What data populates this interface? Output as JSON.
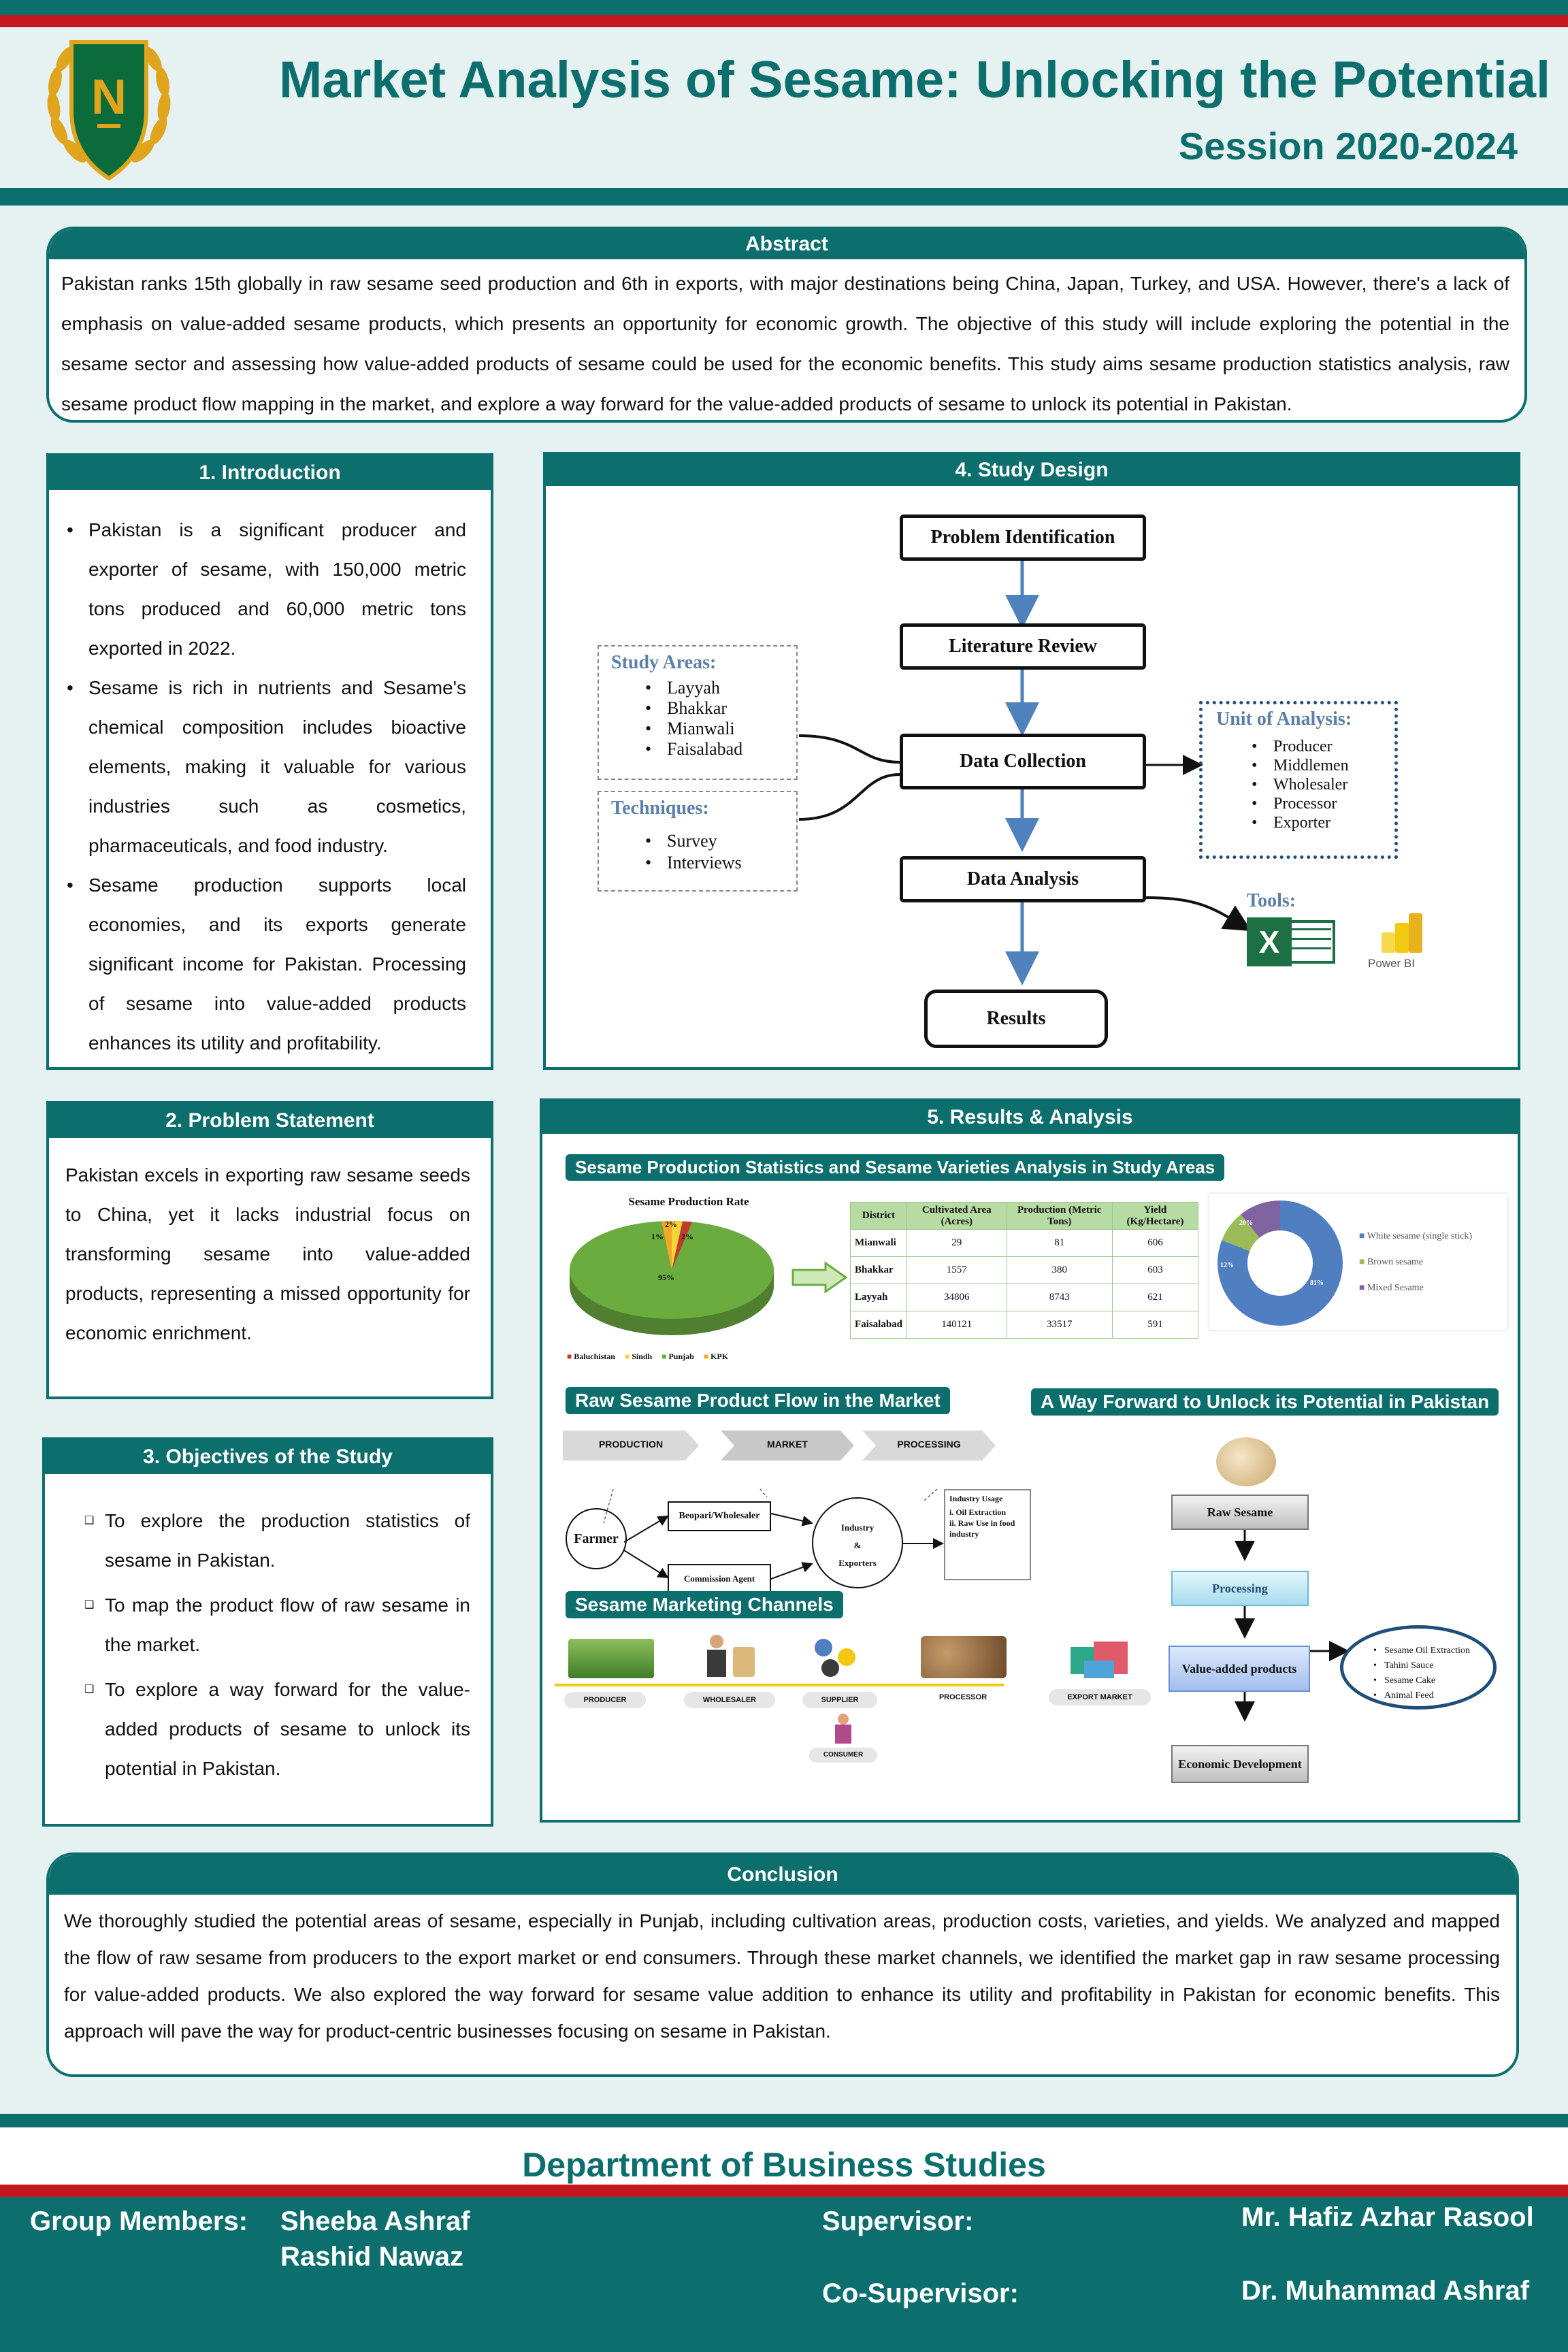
{
  "header": {
    "logo_letter": "N",
    "title": "Market Analysis of Sesame: Unlocking the Potential",
    "session": "Session 2020-2024"
  },
  "abstract": {
    "heading": "Abstract",
    "text": "Pakistan ranks 15th globally in raw sesame seed production and 6th in exports, with major destinations being China, Japan, Turkey, and USA. However, there's a lack of emphasis on value-added sesame products, which presents an opportunity for economic growth. The objective of this study will include exploring the potential in the sesame sector and assessing how value-added products of sesame could be used for the economic benefits. This study aims sesame production statistics analysis, raw sesame product flow mapping in the market, and explore a way forward for the value-added products of sesame to unlock its potential in Pakistan."
  },
  "introduction": {
    "heading": "1. Introduction",
    "bullets": [
      "Pakistan is a significant producer and exporter of sesame, with 150,000 metric tons produced and 60,000 metric tons exported in 2022.",
      "Sesame is rich in nutrients and Sesame's chemical composition includes bioactive elements, making it valuable for various industries such as cosmetics, pharmaceuticals, and food industry.",
      "Sesame production supports local economies, and its exports generate significant income for Pakistan. Processing of sesame into value-added products enhances its utility and profitability."
    ]
  },
  "problem": {
    "heading": "2. Problem Statement",
    "text": "Pakistan excels in exporting raw sesame seeds to China, yet it lacks industrial focus on transforming sesame into value-added products, representing a missed opportunity for economic enrichment."
  },
  "objectives": {
    "heading": "3. Objectives of the Study",
    "items": [
      "To explore the production statistics of sesame in Pakistan.",
      "To map the product flow of raw sesame in the market.",
      "To explore a way forward for the value-added products of sesame to unlock its potential in Pakistan."
    ]
  },
  "study_design": {
    "heading": "4. Study Design",
    "steps": [
      "Problem Identification",
      "Literature Review",
      "Data Collection",
      "Data Analysis",
      "Results"
    ],
    "study_areas_title": "Study Areas:",
    "study_areas": [
      "Layyah",
      "Bhakkar",
      "Mianwali",
      "Faisalabad"
    ],
    "techniques_title": "Techniques:",
    "techniques": [
      "Survey",
      "Interviews"
    ],
    "unit_title": "Unit of Analysis:",
    "units": [
      "Producer",
      "Middlemen",
      "Wholesaler",
      "Processor",
      "Exporter"
    ],
    "tools_title": "Tools:",
    "tool_excel": "X",
    "tool_powerbi": "Power BI"
  },
  "results": {
    "heading": "5. Results & Analysis",
    "sub1": "Sesame Production Statistics and Sesame Varieties Analysis in Study Areas",
    "pie_title": "Sesame Production Rate",
    "pie_labels": [
      "95%",
      "2%",
      "1%",
      "2%"
    ],
    "pie_legend": [
      "Baluchistan",
      "Sindh",
      "Punjab",
      "KPK"
    ],
    "table_headers": [
      "District",
      "Cultivated Area (Acres)",
      "Production (Metric Tons)",
      "Yield (Kg/Hectare)"
    ],
    "table_rows": [
      [
        "Mianwali",
        "29",
        "81",
        "606"
      ],
      [
        "Bhakkar",
        "1557",
        "380",
        "603"
      ],
      [
        "Layyah",
        "34806",
        "8743",
        "621"
      ],
      [
        "Faisalabad",
        "140121",
        "33517",
        "591"
      ]
    ],
    "donut_labels": [
      "81%",
      "12%",
      "20%"
    ],
    "donut_legend": [
      "White sesame (single stick)",
      "Brown sesame",
      "Mixed Sesame"
    ],
    "sub2": "Raw Sesame  Product Flow in the Market",
    "flow_stages": [
      "PRODUCTION",
      "MARKET",
      "PROCESSING"
    ],
    "flow_farmer": "Farmer",
    "flow_beopari": "Beopari/Wholesaler",
    "flow_commission": "Commission Agent",
    "flow_industry_lines": [
      "Industry",
      "&",
      "Exporters"
    ],
    "flow_usage_title": "Industry Usage",
    "flow_usage_1": "i.    Oil Extraction",
    "flow_usage_2": "ii.   Raw Use in food industry",
    "sub3": "Sesame Marketing Channels",
    "channels": [
      "PRODUCER",
      "WHOLESALER",
      "SUPPLIER",
      "PROCESSOR",
      "EXPORT MARKET"
    ],
    "consumer": "CONSUMER",
    "sub4": "A Way Forward to Unlock its Potential in Pakistan",
    "way_steps": [
      "Raw Sesame",
      "Processing",
      "Value-added products",
      "Economic Development"
    ],
    "value_products": [
      "Sesame Oil Extraction",
      "Tahini Sauce",
      "Sesame Cake",
      "Animal Feed"
    ]
  },
  "conclusion": {
    "heading": "Conclusion",
    "text": "We thoroughly studied the potential areas of sesame, especially in Punjab, including cultivation areas, production costs, varieties, and yields. We analyzed and mapped the flow of raw sesame from producers to the export market or end consumers. Through these market channels, we identified the market gap in raw sesame processing for value-added products. We also explored the way forward for sesame value addition to enhance its utility and profitability in Pakistan for economic benefits. This approach will pave the way for product-centric businesses focusing on sesame in Pakistan."
  },
  "footer": {
    "department": "Department of Business Studies",
    "members_label": "Group Members:",
    "members": [
      "Sheeba Ashraf",
      "Rashid Nawaz"
    ],
    "supervisor_label": "Supervisor:",
    "supervisor": "Mr. Hafiz Azhar Rasool",
    "cosupervisor_label": "Co-Supervisor:",
    "cosupervisor": "Dr. Muhammad Ashraf"
  },
  "colors": {
    "teal": "#0d6e6e",
    "red": "#c4161c",
    "background": "#e6f1f1"
  }
}
